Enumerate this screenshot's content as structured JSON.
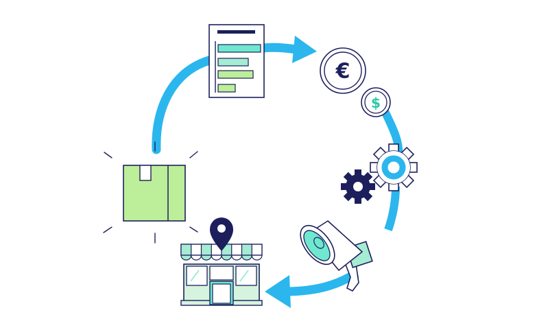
{
  "diagram": {
    "type": "cycle",
    "steps": [
      {
        "id": "report",
        "icon": "bar-report-document-icon"
      },
      {
        "id": "payment",
        "icon": "currency-coins-icon"
      },
      {
        "id": "processing",
        "icon": "gears-icon"
      },
      {
        "id": "marketing",
        "icon": "megaphone-icon"
      },
      {
        "id": "store",
        "icon": "storefront-with-location-pin-icon"
      },
      {
        "id": "package",
        "icon": "shipping-box-icon"
      }
    ],
    "currency": {
      "euro_symbol": "€",
      "dollar_symbol": "$"
    },
    "colors": {
      "arrow": "#2bb6ee",
      "outline": "#1c1f5c",
      "green_light": "#bdee9a",
      "teal": "#6fe8cf",
      "mint": "#a5ecd2",
      "store_wall": "#d6f3df"
    }
  }
}
